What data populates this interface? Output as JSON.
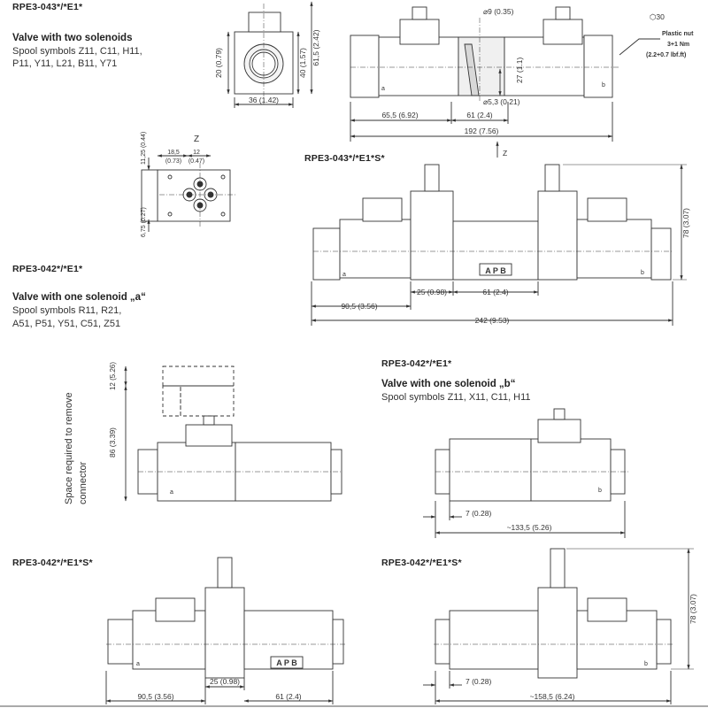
{
  "section_rpe3_043_e1": {
    "model": "RPE3-043*/*E1*",
    "heading": "Valve with two solenoids",
    "spool_line1": "Spool symbols Z11, C11, H11,",
    "spool_line2": "P11, Y11, L21, B11, Y71"
  },
  "top_view": {
    "dim_height": "20 (0.79)",
    "dim_v1": "40 (1.57)",
    "dim_v2": "61,5 (2.42)",
    "dim_width": "36 (1.42)"
  },
  "main_view_043": {
    "dim_hole": "⌀9 (0.35)",
    "dim_27": "27 (1.1)",
    "dim_hole2": "⌀5,3 (0.21)",
    "dim_65": "65,5 (6.92)",
    "dim_61": "61 (2.4)",
    "dim_192": "192 (7.56)",
    "nut_size": "⬡30",
    "nut_title": "Plastic nut",
    "nut_torque": "3+1 Nm",
    "nut_torque_imperial": "(2.2+0.7 lbf.ft)",
    "z_arrow": "Z",
    "label_a": "a",
    "label_b": "b"
  },
  "z_view": {
    "title": "Z",
    "dim_18": "18,5",
    "dim_18_in": "(0.73)",
    "dim_12": "12",
    "dim_12_in": "(0.47)",
    "dim_1125": "11,25 (0.44)",
    "dim_675": "6,75 (0.27)"
  },
  "section_rpe3_043_s": {
    "model": "RPE3-043*/*E1*S*",
    "dim_78": "78 (3.07)",
    "dim_25": "25 (0.98)",
    "dim_61": "61 (2.4)",
    "dim_90": "90,5 (3.56)",
    "dim_242": "242 (9.53)",
    "apb": "A P B",
    "label_a": "a",
    "label_b": "b"
  },
  "section_rpe3_042_a": {
    "model": "RPE3-042*/*E1*",
    "heading": "Valve with one solenoid „a“",
    "spool_line1": "Spool symbols R11, R21,",
    "spool_line2": "A51, P51, Y51, C51, Z51"
  },
  "side_view_a": {
    "rot_text1": "Space required to remove",
    "rot_text2": "connector",
    "dim_12": "12 (5.26)",
    "dim_86": "86 (3.39)",
    "label_a": "a"
  },
  "section_rpe3_042_b": {
    "model": "RPE3-042*/*E1*",
    "heading": "Valve with one solenoid „b“",
    "spool_line1": "Spool symbols Z11, X11, C11, H11",
    "dim_7": "7 (0.28)",
    "dim_133": "~133,5 (5.26)",
    "label_b": "b"
  },
  "section_rpe3_042_s_left": {
    "model": "RPE3-042*/*E1*S*",
    "apb": "A P B",
    "dim_25": "25 (0.98)",
    "dim_90": "90,5 (3.56)",
    "dim_61": "61 (2.4)",
    "label_a": "a"
  },
  "section_rpe3_042_s_right": {
    "model": "RPE3-042*/*E1*S*",
    "dim_78": "78 (3.07)",
    "dim_7": "7 (0.28)",
    "dim_158": "~158,5 (6.24)",
    "label_b": "b"
  }
}
